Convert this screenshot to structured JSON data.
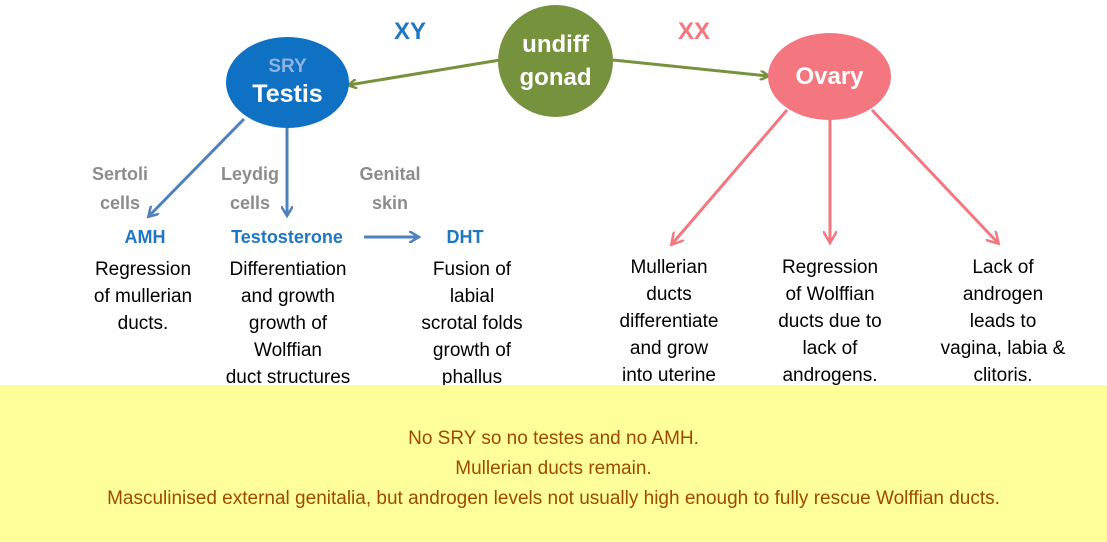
{
  "colors": {
    "testis": "#0f71c4",
    "gonad": "#76923c",
    "ovary": "#f4777f",
    "blue_arrow": "#4f81bd",
    "pink_arrow": "#f4777f",
    "green_arrow": "#76923c",
    "banner_bg": "#ffff99",
    "banner_text": "#9c4a00",
    "gray_text": "#8c8c8c",
    "blue_label": "#1f77c4"
  },
  "xy_label": "XY",
  "xx_label": "XX",
  "gonad": {
    "line1": "undiff",
    "line2": "gonad"
  },
  "testis": {
    "sry": "SRY",
    "label": "Testis"
  },
  "ovary": {
    "label": "Ovary"
  },
  "male": {
    "sertoli": "Sertoli\ncells",
    "leydig": "Leydig\ncells",
    "genital": "Genital\nskin",
    "amh": "AMH",
    "testosterone": "Testosterone",
    "dht": "DHT",
    "amh_desc": "Regression\nof mullerian\nducts.",
    "testo_desc": "Differentiation\nand growth\ngrowth of\nWolffian\nduct structures",
    "dht_desc": "Fusion of\nlabial\nscrotal folds\ngrowth of\nphallus"
  },
  "female": {
    "mullerian_desc": "Mullerian\nducts\ndifferentiate\nand grow\ninto uterine",
    "wolffian_desc": "Regression\nof Wolffian\nducts due to\nlack of\nandrogens.",
    "androgen_desc": "Lack of\nandrogen\nleads to\nvagina, labia &\nclitoris."
  },
  "banner": {
    "line1": "No SRY so no testes and no AMH.",
    "line2": "Mullerian ducts remain.",
    "line3": "Masculinised external genitalia, but androgen levels not usually high enough to fully rescue Wolffian ducts."
  }
}
